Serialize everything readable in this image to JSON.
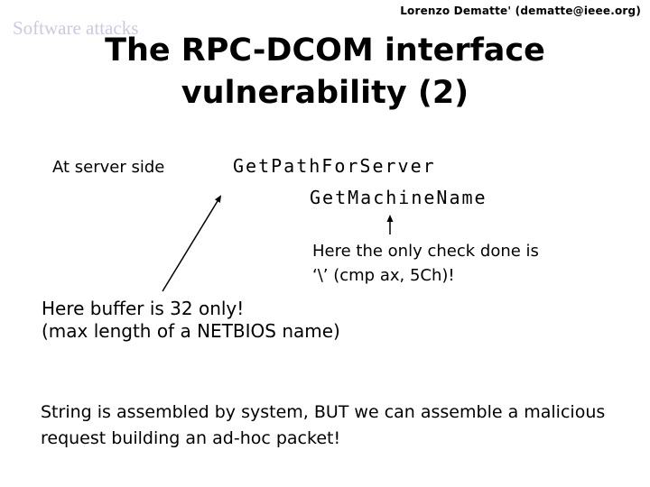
{
  "header": {
    "author": "Lorenzo Dematte' (dematte@ieee.org)",
    "category": "Software attacks"
  },
  "title": {
    "line1": "The RPC-DCOM interface",
    "line2": "vulnerability (2)"
  },
  "diagram": {
    "server_side_label": "At server side",
    "code_call_outer": "GetPathForServer",
    "code_call_inner": "GetMachineName",
    "check_note_line1": "Here the only check done is",
    "check_note_line2": "‘\\’ (cmp ax, 5Ch)!",
    "buffer_note_line1": "Here buffer is 32 only!",
    "buffer_note_line2": "(max length of a NETBIOS name)",
    "arrows": [
      {
        "name": "diagonal-arrow",
        "from": "buffer note",
        "to": "GetPathForServer"
      },
      {
        "name": "up-arrow",
        "from": "check note",
        "to": "GetMachineName"
      }
    ]
  },
  "conclusion": {
    "line1": "String is assembled by system, BUT we can assemble a malicious",
    "line2": "request building an ad-hoc packet!"
  },
  "colors": {
    "background": "#ffffff",
    "text": "#000000",
    "category_text": "#c9c9e3"
  }
}
